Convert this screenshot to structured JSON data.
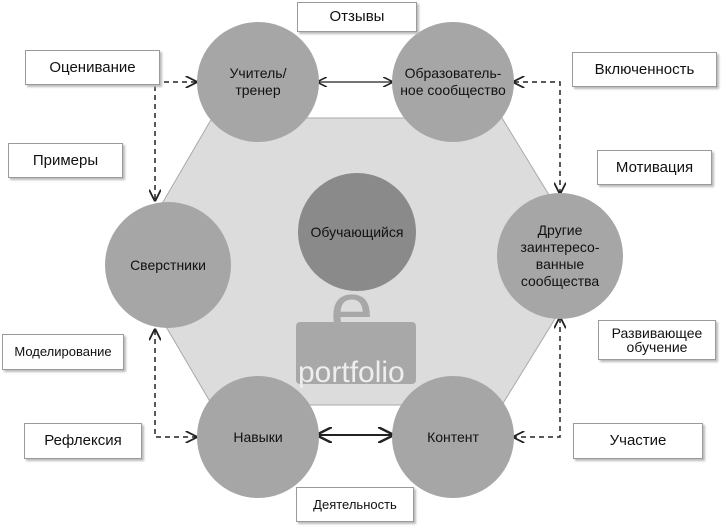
{
  "nodes": {
    "teacher": "Учитель/ тренер",
    "community": "Образователь-ное сообщество",
    "other": "Другие заинтересо-ванные сообщества",
    "content": "Контент",
    "skills": "Навыки",
    "peers": "Сверстники",
    "learner": "Обучающийся"
  },
  "labels": {
    "feedback": "Отзывы",
    "assessment": "Оценивание",
    "engagement": "Включенность",
    "examples": "Примеры",
    "motivation": "Мотивация",
    "modeling": "Моделирование",
    "developmental": "Развивающее обучение",
    "reflection": "Рефлексия",
    "participation": "Участие",
    "activity": "Деятельность"
  },
  "logo": {
    "letter": "e",
    "word": "portfolio"
  }
}
